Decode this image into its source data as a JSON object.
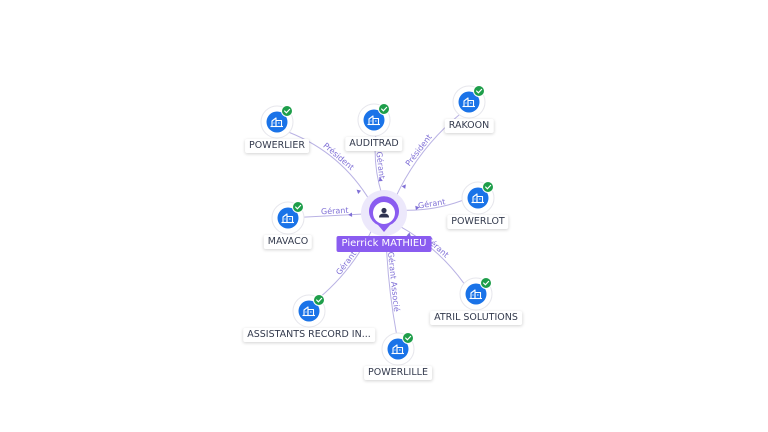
{
  "center": {
    "label": "Pierrick MATHIEU",
    "icon": "person-icon"
  },
  "colors": {
    "accent": "#8a5cf0",
    "company": "#1a73e8",
    "check": "#1e9e4a",
    "edge": "#b9b2e4",
    "edge_text": "#7f6fd6"
  },
  "companies": [
    {
      "id": "powerlier",
      "name": "POWERLIER",
      "role": "Président"
    },
    {
      "id": "auditrad",
      "name": "AUDITRAD",
      "role": "Gérant"
    },
    {
      "id": "rakoon",
      "name": "RAKOON",
      "role": "Président"
    },
    {
      "id": "powerlot",
      "name": "POWERLOT",
      "role": "Gérant"
    },
    {
      "id": "atril-solutions",
      "name": "ATRIL SOLUTIONS",
      "role": "Gérant"
    },
    {
      "id": "powerlille",
      "name": "POWERLILLE",
      "role": "Gérant Associé"
    },
    {
      "id": "assistants-record",
      "name": "ASSISTANTS RECORD IN...",
      "role": "Gérant"
    },
    {
      "id": "mavaco",
      "name": "MAVACO",
      "role": "Gérant"
    }
  ]
}
